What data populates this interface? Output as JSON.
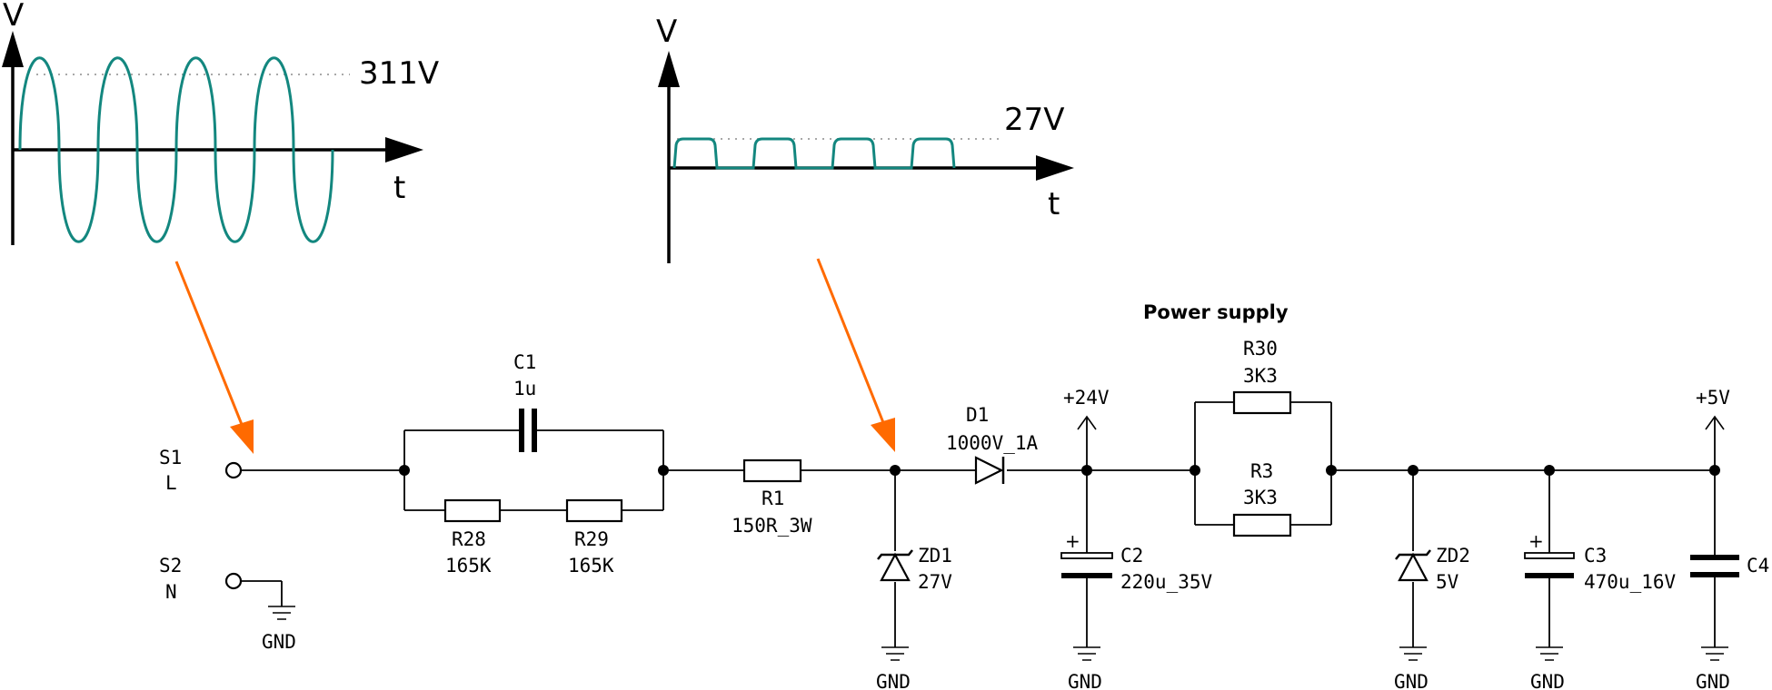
{
  "colors": {
    "waveform": "#13877f",
    "arrow": "#ff6a00",
    "ink": "#000000",
    "guide": "#a8a8a8"
  },
  "graph_ac": {
    "axis_y": "V",
    "axis_x": "t",
    "level": "311V"
  },
  "graph_dc": {
    "axis_y": "V",
    "axis_x": "t",
    "level": "27V"
  },
  "title": "Power supply",
  "components": {
    "S1": {
      "ref": "S1",
      "pin": "L"
    },
    "S2": {
      "ref": "S2",
      "pin": "N"
    },
    "C1": {
      "ref": "C1",
      "value": "1u"
    },
    "R28": {
      "ref": "R28",
      "value": "165K"
    },
    "R29": {
      "ref": "R29",
      "value": "165K"
    },
    "R1": {
      "ref": "R1",
      "value": "150R_3W"
    },
    "ZD1": {
      "ref": "ZD1",
      "value": "27V"
    },
    "D1": {
      "ref": "D1",
      "value": "1000V_1A"
    },
    "C2": {
      "ref": "C2",
      "value": "220u_35V"
    },
    "R30": {
      "ref": "R30",
      "value": "3K3"
    },
    "R3": {
      "ref": "R3",
      "value": "3K3"
    },
    "ZD2": {
      "ref": "ZD2",
      "value": "5V"
    },
    "C3": {
      "ref": "C3",
      "value": "470u_16V"
    },
    "C4": {
      "ref": "C4"
    }
  },
  "rails": {
    "v24": "+24V",
    "v5": "+5V"
  },
  "gnd": "GND",
  "polarity_plus": "+"
}
